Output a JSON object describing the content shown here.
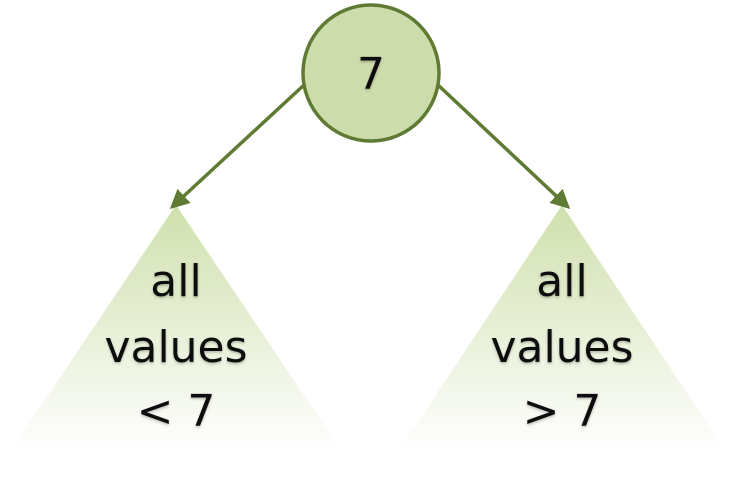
{
  "diagram": {
    "root": {
      "label": "7"
    },
    "left_subtree": {
      "line1": "all",
      "line2": "values",
      "line3": "< 7"
    },
    "right_subtree": {
      "line1": "all",
      "line2": "values",
      "line3": "> 7"
    },
    "colors": {
      "node_fill": "#cddcab",
      "node_stroke": "#5f7a33",
      "edge": "#5f7a33",
      "triangle_top": "#cfe0ad",
      "triangle_bottom": "#ffffff"
    }
  }
}
